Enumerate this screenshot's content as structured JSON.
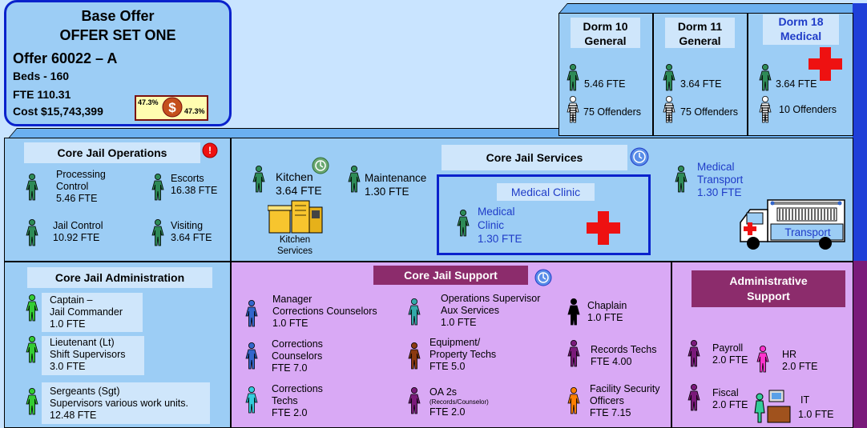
{
  "offer": {
    "title1": "Base Offer",
    "title2": "OFFER SET ONE",
    "offer_id": "Offer 60022 – A",
    "beds": "Beds - 160",
    "fte": "FTE 110.31",
    "cost": "Cost $15,743,399",
    "pct_left": "47.3%",
    "pct_right": "47.3%"
  },
  "dorms": [
    {
      "name_line1": "Dorm 10",
      "name_line2": "General",
      "fte": "5.46 FTE",
      "offenders": "75 Offenders"
    },
    {
      "name_line1": "Dorm 11",
      "name_line2": "General",
      "fte": "3.64 FTE",
      "offenders": "75 Offenders"
    },
    {
      "name_line1": "Dorm 18",
      "name_line2": "Medical",
      "fte": "3.64 FTE",
      "offenders": "10 Offenders"
    }
  ],
  "core_ops": {
    "title": "Core Jail Operations",
    "processing": [
      "Processing",
      "Control",
      "5.46 FTE"
    ],
    "escorts": [
      "Escorts",
      "16.38 FTE"
    ],
    "jail_control": [
      "Jail Control",
      "10.92 FTE"
    ],
    "visiting": [
      "Visiting",
      "3.64 FTE"
    ]
  },
  "core_services": {
    "title": "Core Jail Services",
    "kitchen": [
      "Kitchen",
      "3.64 FTE"
    ],
    "kitchen_services": [
      "Kitchen",
      "Services"
    ],
    "maintenance": [
      "Maintenance",
      "1.30 FTE"
    ],
    "clinic_title": "Medical Clinic",
    "clinic": [
      "Medical",
      "Clinic",
      "1.30 FTE"
    ],
    "transport": [
      "Medical",
      "Transport",
      "1.30 FTE"
    ],
    "transport_label": "Transport"
  },
  "core_admin": {
    "title": "Core Jail Administration",
    "captain": [
      "Captain –",
      "Jail Commander",
      "1.0 FTE"
    ],
    "lieutenant": [
      "Lieutenant (Lt)",
      "Shift Supervisors",
      "3.0 FTE"
    ],
    "sergeants": [
      "Sergeants (Sgt)",
      "Supervisors various work units.",
      "12.48 FTE"
    ]
  },
  "core_support": {
    "title": "Core Jail Support",
    "manager": [
      "Manager",
      "Corrections Counselors",
      "1.0 FTE"
    ],
    "ops_supervisor": [
      "Operations Supervisor",
      "Aux Services",
      "1.0 FTE"
    ],
    "chaplain": [
      "Chaplain",
      "1.0 FTE"
    ],
    "counselors": [
      "Corrections",
      "Counselors",
      "FTE 7.0"
    ],
    "equipment": [
      "Equipment/",
      "Property Techs",
      "FTE 5.0"
    ],
    "records": [
      "Records Techs",
      "FTE 4.00"
    ],
    "techs": [
      "Corrections",
      "Techs",
      "FTE 2.0"
    ],
    "oa": [
      "OA 2s",
      "(Records/Counselor)",
      "FTE 2.0"
    ],
    "security": [
      "Facility Security",
      "Officers",
      "FTE 7.15"
    ]
  },
  "admin_support": {
    "title_line1": "Administrative",
    "title_line2": "Support",
    "payroll": [
      "Payroll",
      "2.0 FTE"
    ],
    "hr": [
      "HR",
      "2.0 FTE"
    ],
    "fiscal": [
      "Fiscal",
      "2.0 FTE"
    ],
    "it": [
      "IT",
      "1.0 FTE"
    ]
  },
  "colors": {
    "ops_person": "#2e8b57",
    "admin_person": "#33cc33",
    "support_blue": "#3366cc",
    "support_teal": "#33aaaa",
    "support_brown": "#8b3a10",
    "support_purple": "#7a1a7a",
    "support_black": "#000000",
    "support_orange": "#ff7f00",
    "magenta": "#ff33cc",
    "blue_text": "#1f3cc8"
  }
}
